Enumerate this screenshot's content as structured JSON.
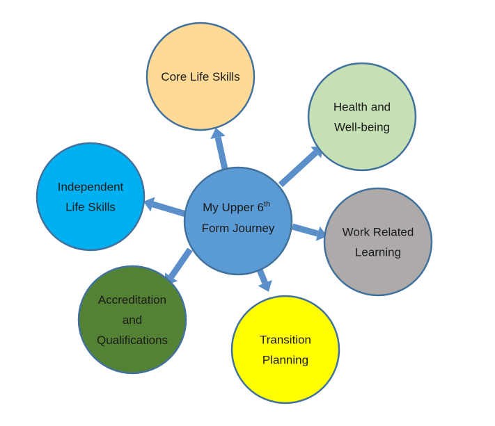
{
  "colors": {
    "arrow": "#5b8fc9",
    "center_fill": "#5b9bd5",
    "center_stroke": "#41719c"
  },
  "center": {
    "line1": "My Upper 6",
    "line1_sup": "th",
    "line2": "Form Journey"
  },
  "nodes": [
    {
      "id": "core-life-skills",
      "lines": [
        "Core Life Skills"
      ],
      "fill": "#ffd996",
      "stroke": "#41719c"
    },
    {
      "id": "health-and-well-being",
      "lines": [
        "Health and",
        "Well-being"
      ],
      "fill": "#c5e0b4",
      "stroke": "#41719c"
    },
    {
      "id": "work-related-learning",
      "lines": [
        "Work Related",
        "Learning"
      ],
      "fill": "#aeaaaa",
      "stroke": "#41719c"
    },
    {
      "id": "transition-planning",
      "lines": [
        "Transition",
        "Planning"
      ],
      "fill": "#ffff00",
      "stroke": "#41719c"
    },
    {
      "id": "accreditation-and-qualifications",
      "lines": [
        "Accreditation",
        "and",
        "Qualifications"
      ],
      "fill": "#548235",
      "stroke": "#41719c"
    },
    {
      "id": "independent-life-skills",
      "lines": [
        "Independent",
        "Life Skills"
      ],
      "fill": "#00b0f0",
      "stroke": "#41719c"
    }
  ]
}
